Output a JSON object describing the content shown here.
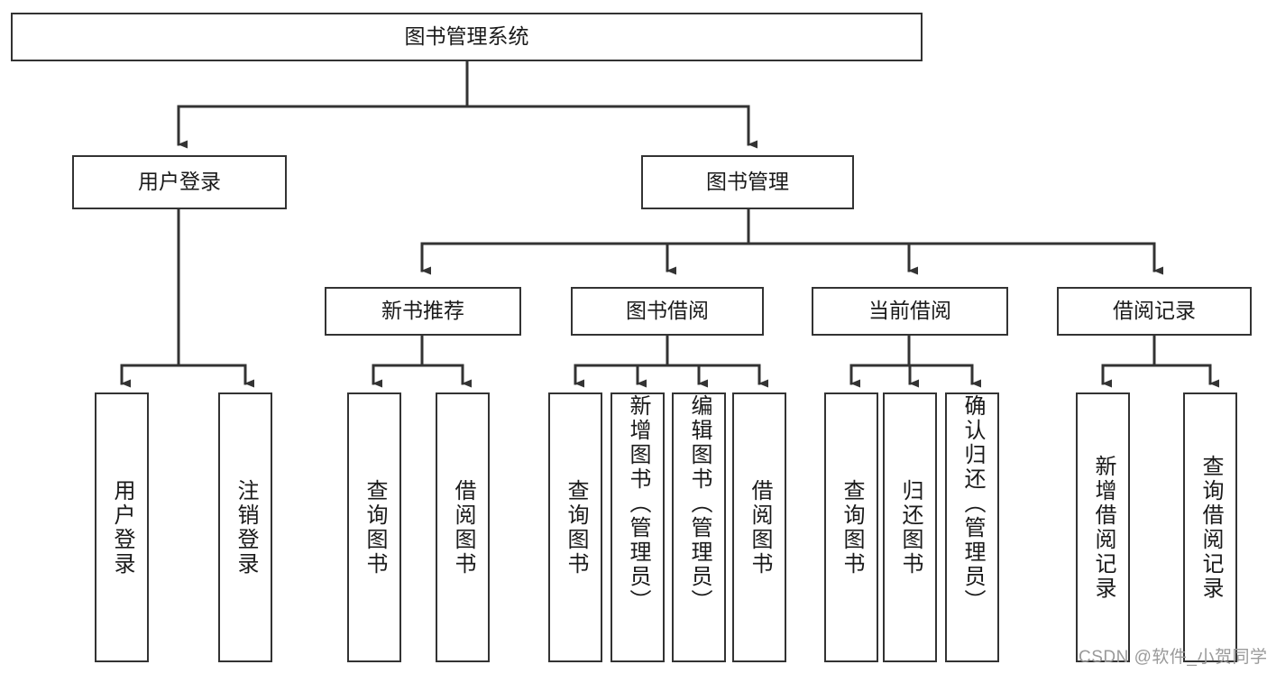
{
  "diagram": {
    "title": "图书管理系统",
    "type": "hierarchy-tree",
    "watermark": "CSDN @软件_小贺同学",
    "colors": {
      "box_border": "#333333",
      "box_fill": "#ffffff",
      "connector": "#333333",
      "text": "#1a1a1a",
      "watermark": "#9a9a9a",
      "background": "#ffffff"
    },
    "levels": [
      {
        "level": 1,
        "nodes": [
          {
            "id": "root",
            "label": "图书管理系统",
            "orientation": "horizontal"
          }
        ]
      },
      {
        "level": 2,
        "nodes": [
          {
            "id": "user-login",
            "label": "用户登录",
            "orientation": "horizontal",
            "parent": "root"
          },
          {
            "id": "book-manage",
            "label": "图书管理",
            "orientation": "horizontal",
            "parent": "root"
          }
        ]
      },
      {
        "level": 3,
        "nodes": [
          {
            "id": "new-book-recommend",
            "label": "新书推荐",
            "orientation": "horizontal",
            "parent": "book-manage"
          },
          {
            "id": "book-borrow",
            "label": "图书借阅",
            "orientation": "horizontal",
            "parent": "book-manage"
          },
          {
            "id": "current-borrow",
            "label": "当前借阅",
            "orientation": "horizontal",
            "parent": "book-manage"
          },
          {
            "id": "borrow-record",
            "label": "借阅记录",
            "orientation": "horizontal",
            "parent": "book-manage"
          }
        ]
      },
      {
        "level": 4,
        "nodes": [
          {
            "id": "leaf-user-login",
            "label": "用户登录",
            "orientation": "vertical",
            "parent": "user-login"
          },
          {
            "id": "leaf-logout",
            "label": "注销登录",
            "orientation": "vertical",
            "parent": "user-login"
          },
          {
            "id": "leaf-query-book-1",
            "label": "查询图书",
            "orientation": "vertical",
            "parent": "new-book-recommend"
          },
          {
            "id": "leaf-borrow-book-1",
            "label": "借阅图书",
            "orientation": "vertical",
            "parent": "new-book-recommend"
          },
          {
            "id": "leaf-query-book-2",
            "label": "查询图书",
            "orientation": "vertical",
            "parent": "book-borrow"
          },
          {
            "id": "leaf-add-book",
            "label": "新增图书（管理员）",
            "orientation": "vertical",
            "parent": "book-borrow"
          },
          {
            "id": "leaf-edit-book",
            "label": "编辑图书（管理员）",
            "orientation": "vertical",
            "parent": "book-borrow"
          },
          {
            "id": "leaf-borrow-book-2",
            "label": "借阅图书",
            "orientation": "vertical",
            "parent": "book-borrow"
          },
          {
            "id": "leaf-query-book-3",
            "label": "查询图书",
            "orientation": "vertical",
            "parent": "current-borrow"
          },
          {
            "id": "leaf-return-book",
            "label": "归还图书",
            "orientation": "vertical",
            "parent": "current-borrow"
          },
          {
            "id": "leaf-confirm-return",
            "label": "确认归还（管理员）",
            "orientation": "vertical",
            "parent": "current-borrow"
          },
          {
            "id": "leaf-add-record",
            "label": "新增借阅记录",
            "orientation": "vertical",
            "parent": "borrow-record"
          },
          {
            "id": "leaf-query-record",
            "label": "查询借阅记录",
            "orientation": "vertical",
            "parent": "borrow-record"
          }
        ]
      }
    ]
  }
}
